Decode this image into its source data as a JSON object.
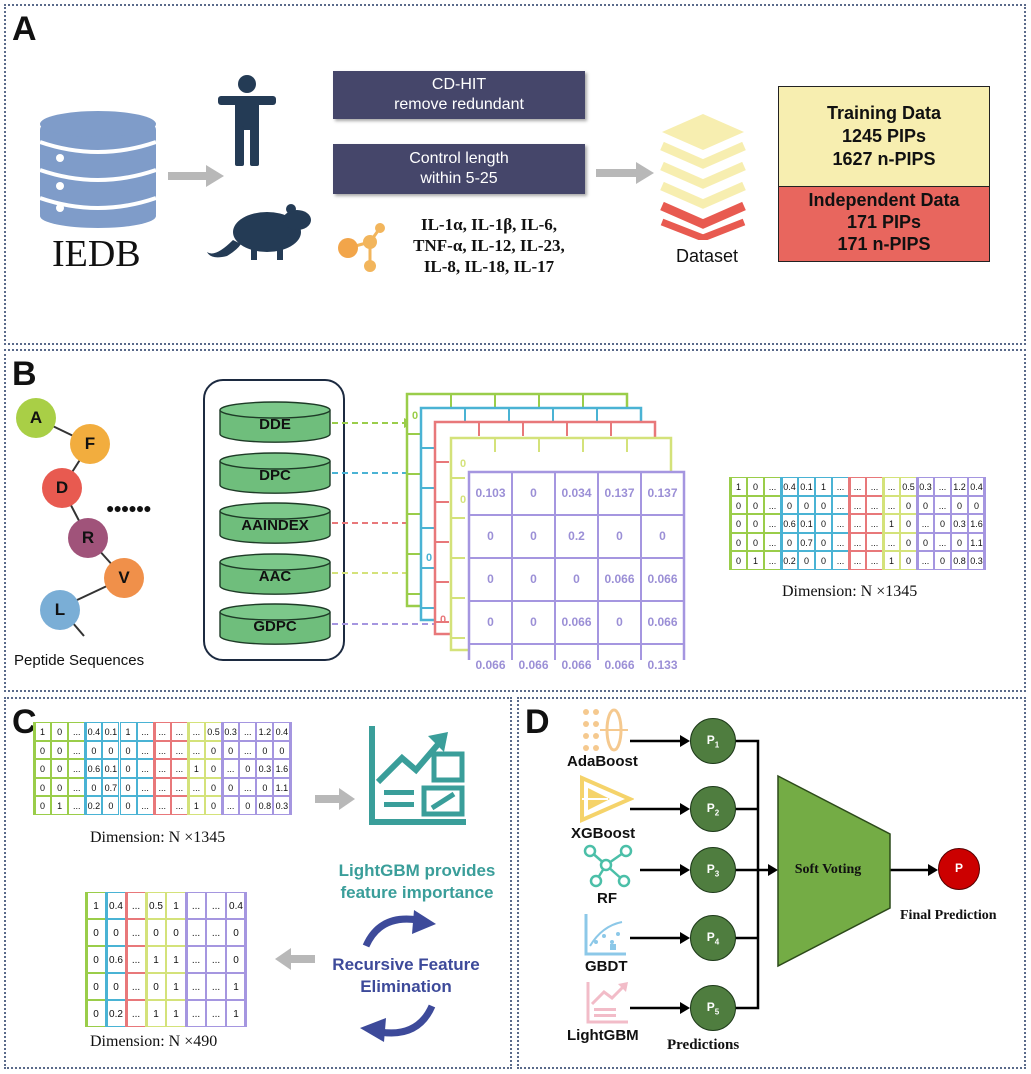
{
  "panels": {
    "a": "A",
    "b": "B",
    "c": "C",
    "d": "D"
  },
  "panel_a": {
    "db_label": "IEDB",
    "cdhit_line1": "CD-HIT",
    "cdhit_line2": "remove redundant",
    "len_line1": "Control length",
    "len_line2": "within 5-25",
    "cytokines_line1": "IL-1α, IL-1β, IL-6,",
    "cytokines_line2": "TNF-α, IL-12, IL-23,",
    "cytokines_line3": "IL-8, IL-18, IL-17",
    "dataset_label": "Dataset",
    "training_title": "Training Data",
    "training_pos": "1245 PIPs",
    "training_neg": "1627 n-PIPS",
    "indep_title": "Independent Data",
    "indep_pos": "171 PIPs",
    "indep_neg": "171 n-PIPS",
    "colors": {
      "navy": "#45466a",
      "training": "#f7eeb0",
      "independent": "#e8665e",
      "db": "#7f9cc9"
    }
  },
  "panel_b": {
    "residues": [
      "A",
      "F",
      "D",
      "R",
      "V",
      "L"
    ],
    "dots": "●●●●●●",
    "caption": "Peptide Sequences",
    "encodings": [
      "DDE",
      "DPC",
      "AAINDEX",
      "AAC",
      "GDPC"
    ],
    "matrix": [
      [
        "0.103",
        "0",
        "0.034",
        "0.137",
        "0.137"
      ],
      [
        "0",
        "0",
        "0.2",
        "0",
        "0"
      ],
      [
        "0",
        "0",
        "0",
        "0.066",
        "0.066"
      ],
      [
        "0",
        "0",
        "0.066",
        "0",
        "0.066"
      ],
      [
        "0.066",
        "0.066",
        "0.066",
        "0.066",
        "0.133"
      ]
    ],
    "layer_zeros": [
      "0",
      "0",
      "0",
      "0",
      "0"
    ],
    "dimension": "Dimension: N ×1345"
  },
  "feature_matrix": {
    "rows": [
      [
        "1",
        "0",
        "...",
        "0.4",
        "0.1",
        "1",
        "...",
        "...",
        "...",
        "...",
        "0.5",
        "0.3",
        "...",
        "1.2",
        "0.4"
      ],
      [
        "0",
        "0",
        "...",
        "0",
        "0",
        "0",
        "...",
        "...",
        "...",
        "...",
        "0",
        "0",
        "...",
        "0",
        "0"
      ],
      [
        "0",
        "0",
        "...",
        "0.6",
        "0.1",
        "0",
        "...",
        "...",
        "...",
        "1",
        "0",
        "...",
        "0",
        "0.3",
        "1.6"
      ],
      [
        "0",
        "0",
        "...",
        "0",
        "0.7",
        "0",
        "...",
        "...",
        "...",
        "...",
        "0",
        "0",
        "...",
        "0",
        "1.1"
      ],
      [
        "0",
        "1",
        "...",
        "0.2",
        "0",
        "0",
        "...",
        "...",
        "...",
        "1",
        "0",
        "...",
        "0",
        "0.8",
        "0.3"
      ]
    ]
  },
  "panel_c": {
    "dimension_full": "Dimension: N ×1345",
    "lgbm_line1": "LightGBM provides",
    "lgbm_line2": "feature importance",
    "rfe_line1": "Recursive Feature",
    "rfe_line2": "Elimination",
    "reduced_rows": [
      [
        "1",
        "0.4",
        "...",
        "0.5",
        "1",
        "...",
        "...",
        "0.4"
      ],
      [
        "0",
        "0",
        "...",
        "0",
        "0",
        "...",
        "...",
        "0"
      ],
      [
        "0",
        "0.6",
        "...",
        "1",
        "1",
        "...",
        "...",
        "0"
      ],
      [
        "0",
        "0",
        "...",
        "0",
        "1",
        "...",
        "...",
        "1"
      ],
      [
        "0",
        "0.2",
        "...",
        "1",
        "1",
        "...",
        "...",
        "1"
      ]
    ],
    "dimension_reduced": "Dimension: N ×490"
  },
  "panel_d": {
    "models": [
      "AdaBoost",
      "XGBoost",
      "RF",
      "GBDT",
      "LightGBM"
    ],
    "preds": [
      "1",
      "2",
      "3",
      "4",
      "5"
    ],
    "pred_letter": "P",
    "predictions_label": "Predictions",
    "voting": "Soft Voting",
    "final_node": "P",
    "final_label": "Final Prediction"
  }
}
